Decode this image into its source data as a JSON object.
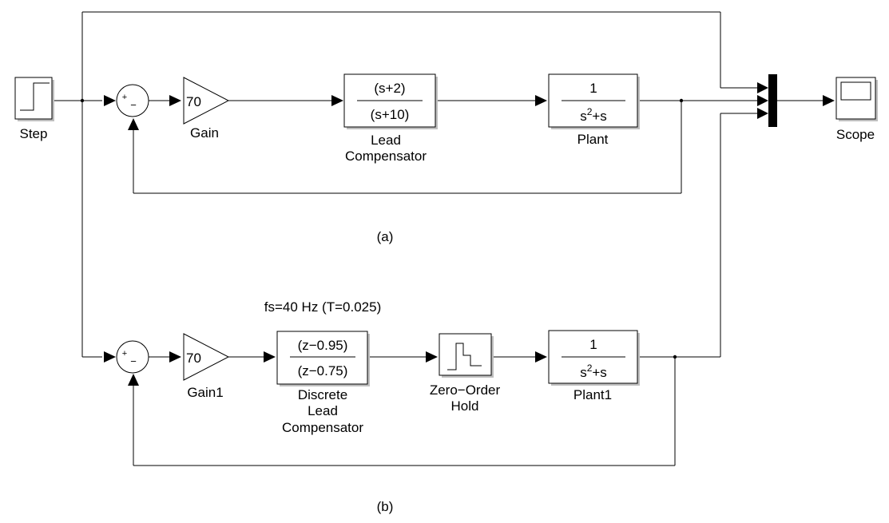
{
  "diagram_a": {
    "caption": "(a)",
    "step": {
      "label": "Step"
    },
    "sum": {
      "plus": "+",
      "minus": "−"
    },
    "gain": {
      "value": "70",
      "label": "Gain"
    },
    "lead": {
      "num": "(s+2)",
      "den": "(s+10)",
      "label_line1": "Lead",
      "label_line2": "Compensator"
    },
    "plant": {
      "num": "1",
      "den_base": "s",
      "den_exp": "2",
      "den_tail": "+s",
      "label": "Plant"
    }
  },
  "diagram_b": {
    "caption": "(b)",
    "sample_note": "fs=40 Hz (T=0.025)",
    "sum": {
      "plus": "+",
      "minus": "−"
    },
    "gain": {
      "value": "70",
      "label": "Gain1"
    },
    "lead": {
      "num": "(z−0.95)",
      "den": "(z−0.75)",
      "label_line1": "Discrete",
      "label_line2": "Lead",
      "label_line3": "Compensator"
    },
    "zoh": {
      "label_line1": "Zero−Order",
      "label_line2": "Hold"
    },
    "plant": {
      "num": "1",
      "den_base": "s",
      "den_exp": "2",
      "den_tail": "+s",
      "label": "Plant1"
    }
  },
  "scope": {
    "label": "Scope"
  }
}
